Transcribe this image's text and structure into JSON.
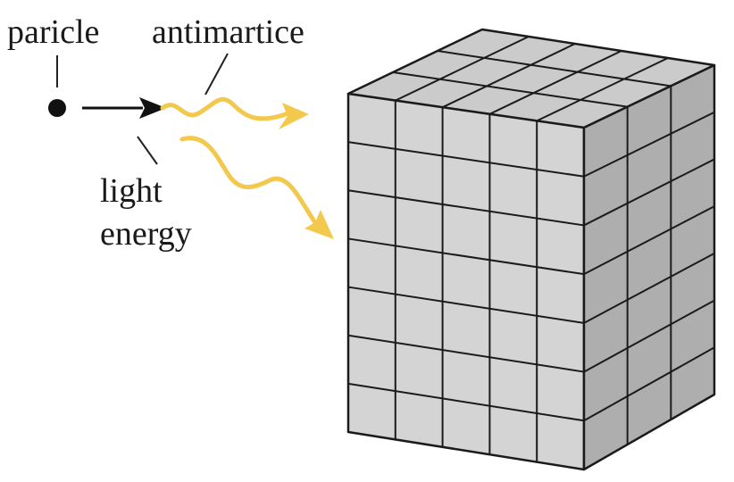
{
  "labels": {
    "particle": "paricle",
    "antiparticle": "antimartice",
    "light_line1": "light",
    "light_line2": "energy"
  },
  "colors": {
    "wave": "#f2c94c",
    "block_front": "#d4d4d4",
    "block_top": "#cbcbcb",
    "block_side": "#aeaeae",
    "ink": "#1b1b1b"
  },
  "block": {
    "front_columns": 5,
    "front_rows": 7,
    "depth_cells": 3
  }
}
